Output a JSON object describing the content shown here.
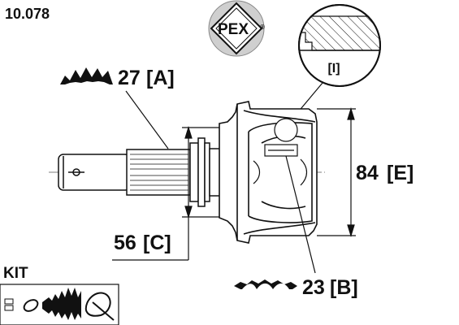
{
  "part_number": "10.078",
  "brand": {
    "name": "PEX",
    "registered_mark": "®"
  },
  "detail_ref": "[I]",
  "dimensions": {
    "A": {
      "value": "27",
      "tag": "[A]"
    },
    "B": {
      "value": "23",
      "tag": "[B]"
    },
    "C": {
      "value": "56",
      "tag": "[C]"
    },
    "E": {
      "value": "84",
      "tag": "[E]"
    }
  },
  "kit_label": "KIT",
  "icons": [
    "spline-teeth-icon",
    "spline-teeth-icon",
    "clamp-icon",
    "ring-icon",
    "boot-icon",
    "band-icon"
  ]
}
